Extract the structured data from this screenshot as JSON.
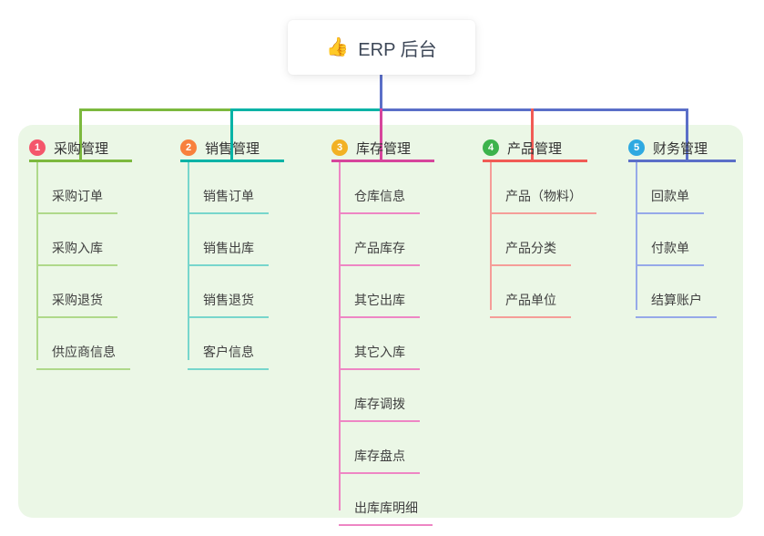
{
  "root": {
    "icon_glyph": "👍",
    "label": "ERP 后台"
  },
  "colors": {
    "background": "#ffffff",
    "panel_bg": "#ebf7e6",
    "root_connector": "#5b6fc8",
    "root_text": "#3d4757",
    "header_text": "#333333",
    "child_text": "#404040"
  },
  "branches": [
    {
      "number": "1",
      "label": "采购管理",
      "badge_color": "#f4566b",
      "line_color": "#7cb93e",
      "child_line_color": "#afd98a",
      "children": [
        "采购订单",
        "采购入库",
        "采购退货",
        "供应商信息"
      ]
    },
    {
      "number": "2",
      "label": "销售管理",
      "badge_color": "#f8803d",
      "line_color": "#00b3a6",
      "child_line_color": "#77d6cc",
      "children": [
        "销售订单",
        "销售出库",
        "销售退货",
        "客户信息"
      ]
    },
    {
      "number": "3",
      "label": "库存管理",
      "badge_color": "#f2b124",
      "line_color": "#d6459c",
      "child_line_color": "#ee86c4",
      "children": [
        "仓库信息",
        "产品库存",
        "其它出库",
        "其它入库",
        "库存调拨",
        "库存盘点",
        "出库库明细"
      ]
    },
    {
      "number": "4",
      "label": "产品管理",
      "badge_color": "#3cb34c",
      "line_color": "#f15b55",
      "child_line_color": "#f59d98",
      "children": [
        "产品（物料）",
        "产品分类",
        "产品单位"
      ]
    },
    {
      "number": "5",
      "label": "财务管理",
      "badge_color": "#2ea9e1",
      "line_color": "#5b6fc8",
      "child_line_color": "#96a9e9",
      "children": [
        "回款单",
        "付款单",
        "结算账户"
      ]
    }
  ]
}
